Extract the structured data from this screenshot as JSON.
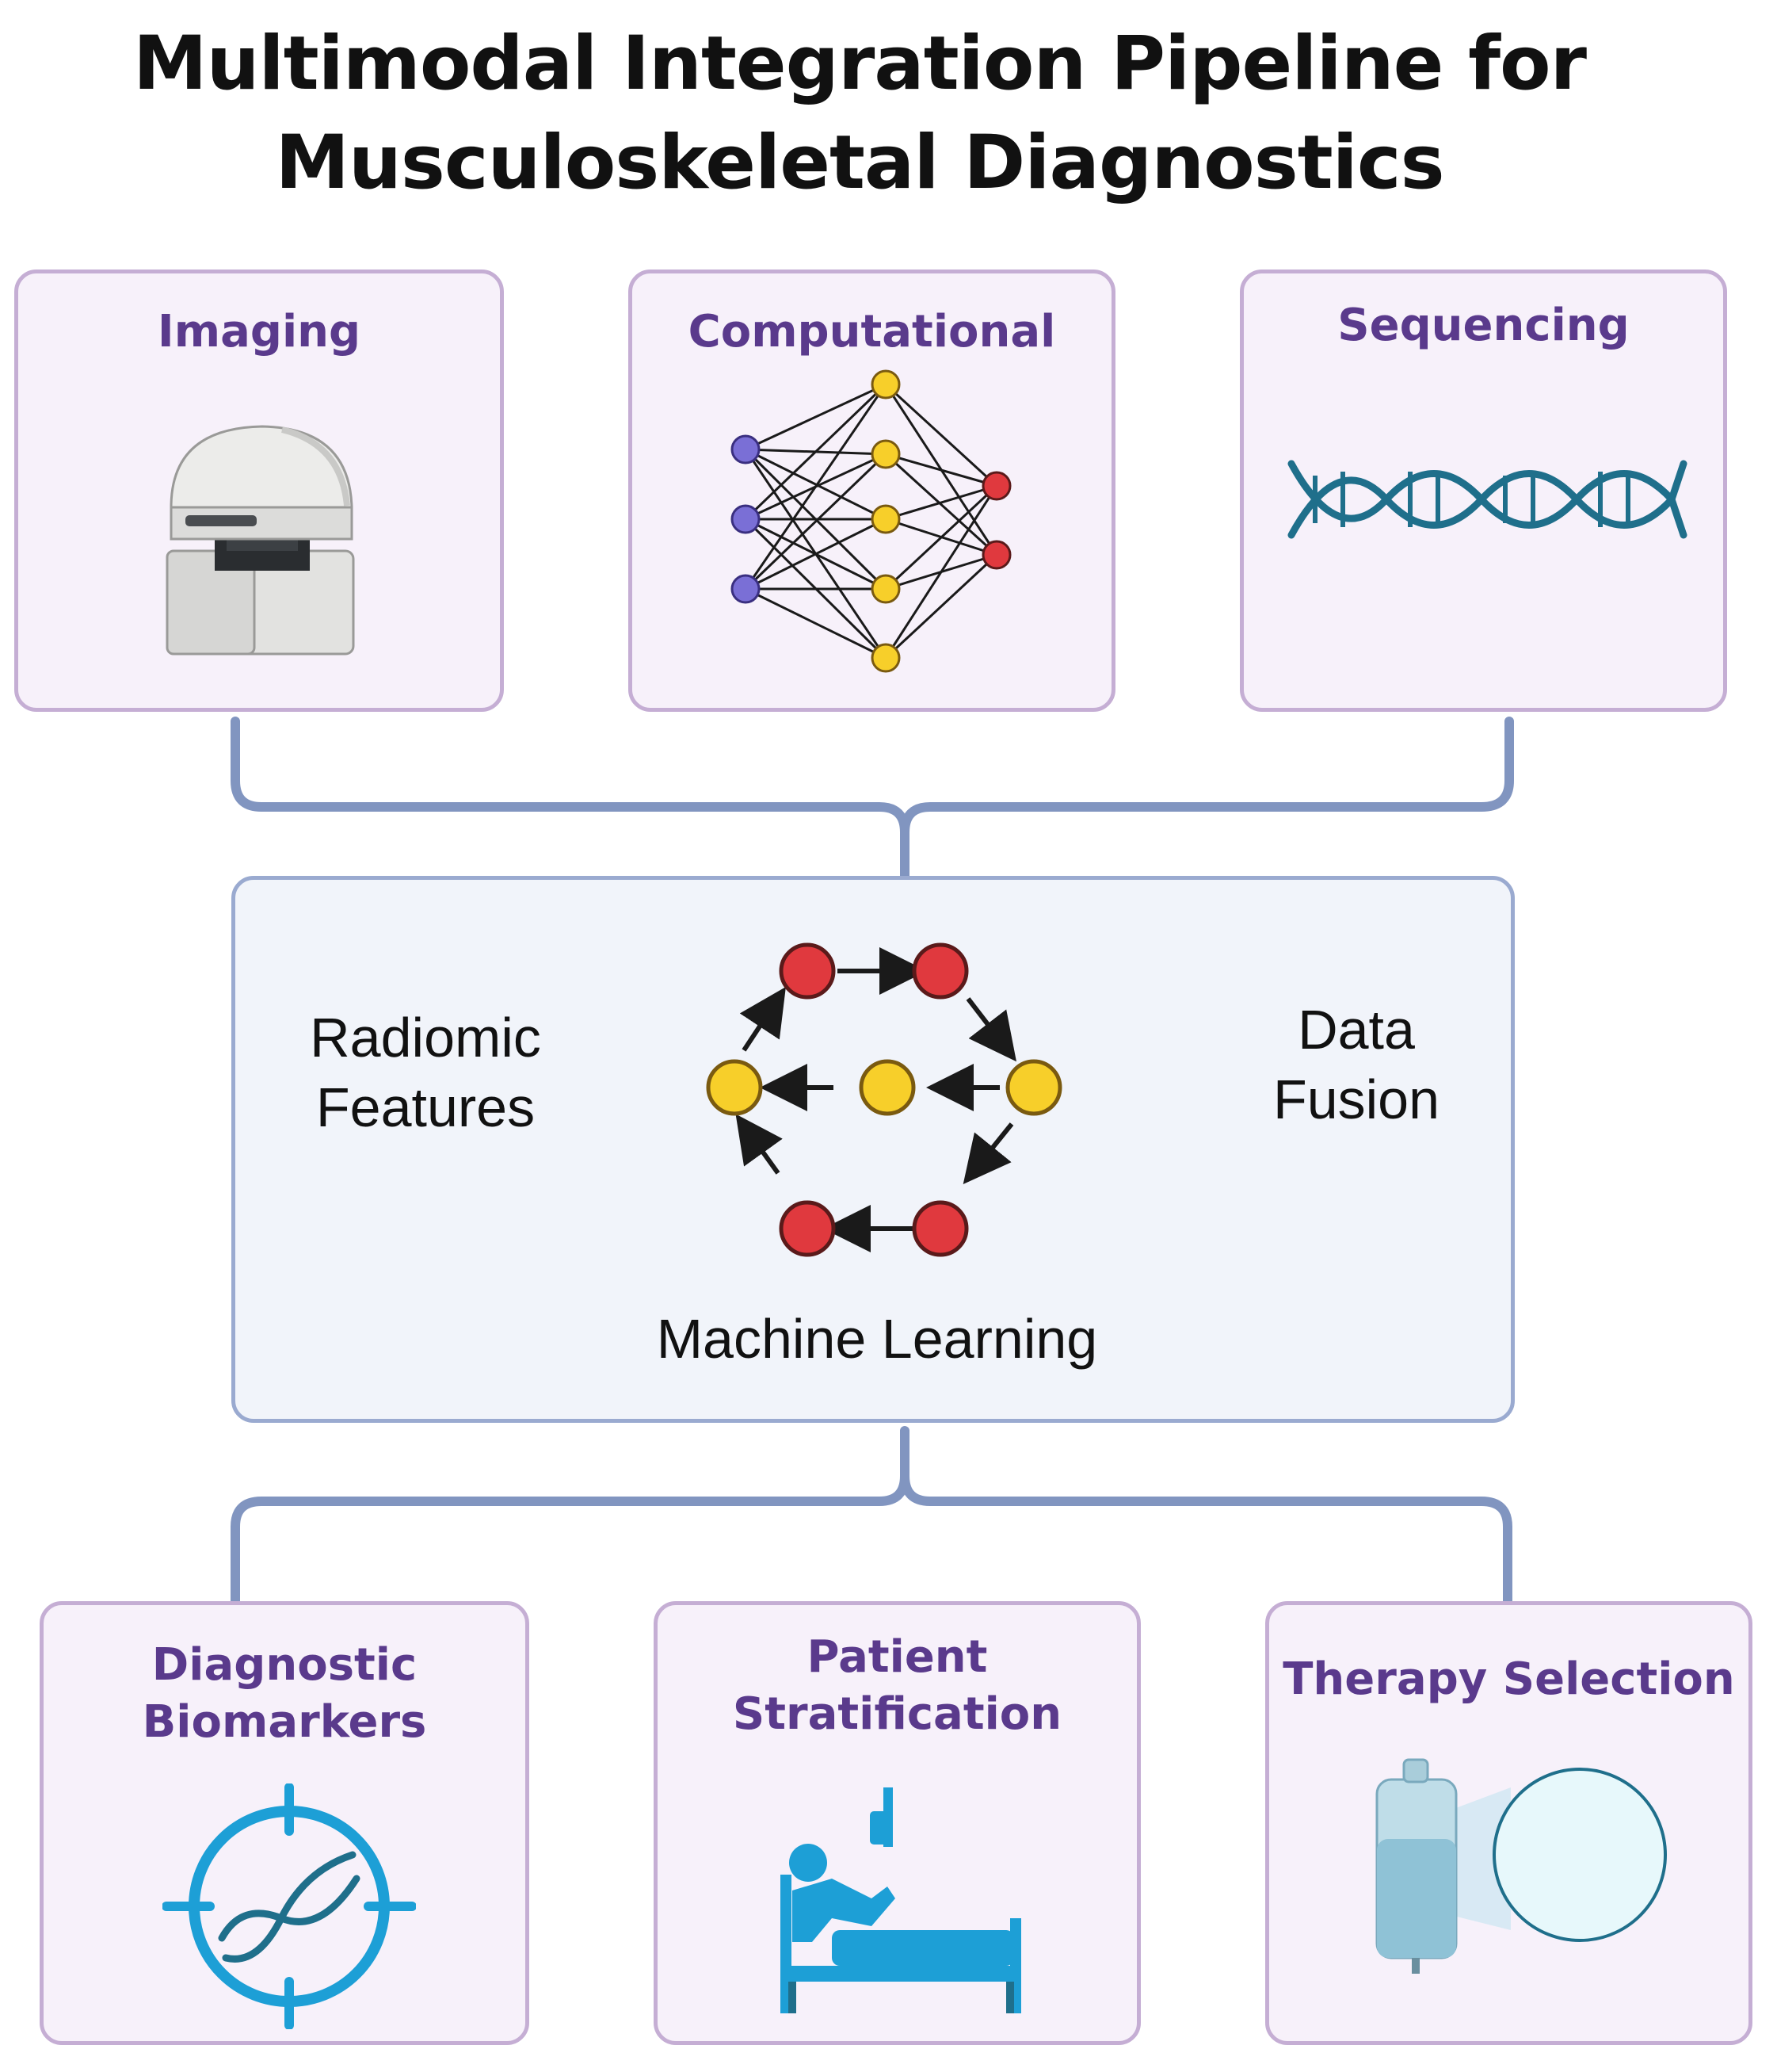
{
  "title": {
    "line1": "Multimodal Integration Pipeline for",
    "line2": "Musculoskeletal Diagnostics"
  },
  "inputs": [
    {
      "label": "Imaging",
      "icon": "mri-scanner-icon"
    },
    {
      "label": "Computational",
      "icon": "neural-network-icon"
    },
    {
      "label": "Sequencing",
      "icon": "dna-helix-icon"
    }
  ],
  "center": {
    "left_label": {
      "line1": "Radiomic",
      "line2": "Features"
    },
    "right_label": {
      "line1": "Data",
      "line2": "Fusion"
    },
    "bottom_label": "Machine Learning",
    "icon": "ml-cycle-graph-icon"
  },
  "outputs": [
    {
      "line1": "Diagnostic",
      "line2": "Biomarkers",
      "icon": "dna-target-icon"
    },
    {
      "line1": "Patient",
      "line2": "Stratification",
      "icon": "patient-bed-icon"
    },
    {
      "line1": "Therapy Selection",
      "icon": "iv-bag-magnify-icon"
    }
  ],
  "colors": {
    "card_fill": "#f7f1fa",
    "card_border": "#c5aed4",
    "card_label": "#5a3a8c",
    "center_fill": "#f1f4fa",
    "connector": "#8195c0",
    "node_red": "#e0393e",
    "node_yellow": "#f7cf2a",
    "node_blue": "#7a6fd6",
    "dna_teal": "#1f6f8b",
    "icon_blue": "#1d9fd6"
  }
}
